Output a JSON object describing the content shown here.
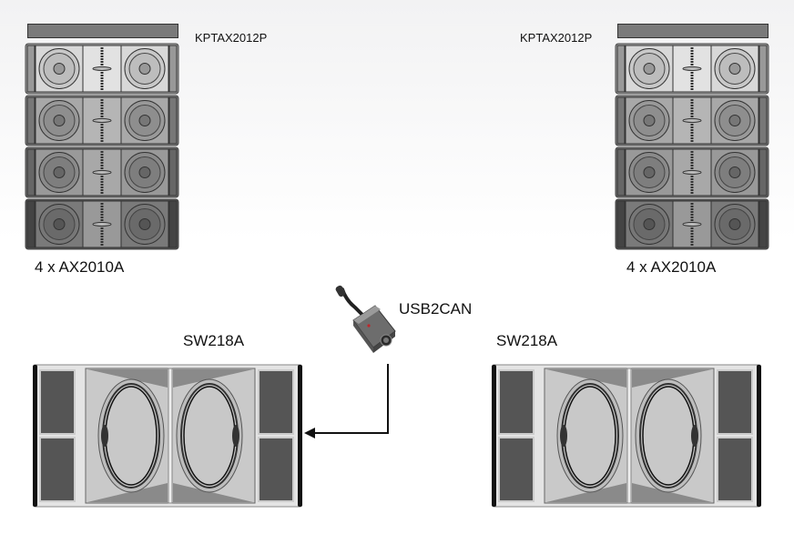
{
  "diagram": {
    "left_array": {
      "frame_label": "KPTAX2012P",
      "count_label": "4 x AX2010A",
      "cabinet_count": 4
    },
    "right_array": {
      "frame_label": "KPTAX2012P",
      "count_label": "4 x AX2010A",
      "cabinet_count": 4
    },
    "interface": {
      "label": "USB2CAN"
    },
    "left_sub": {
      "label": "SW218A"
    },
    "right_sub": {
      "label": "SW218A"
    },
    "connection": {
      "from": "USB2CAN",
      "to": "left SW218A"
    }
  },
  "colors": {
    "frame_bar": "#7a7a7a",
    "cabinet_dark": "#555555",
    "cabinet_mid": "#9a9a9a",
    "cabinet_light": "#d6d6d6",
    "sub_side": "#555555",
    "line": "#111111"
  }
}
